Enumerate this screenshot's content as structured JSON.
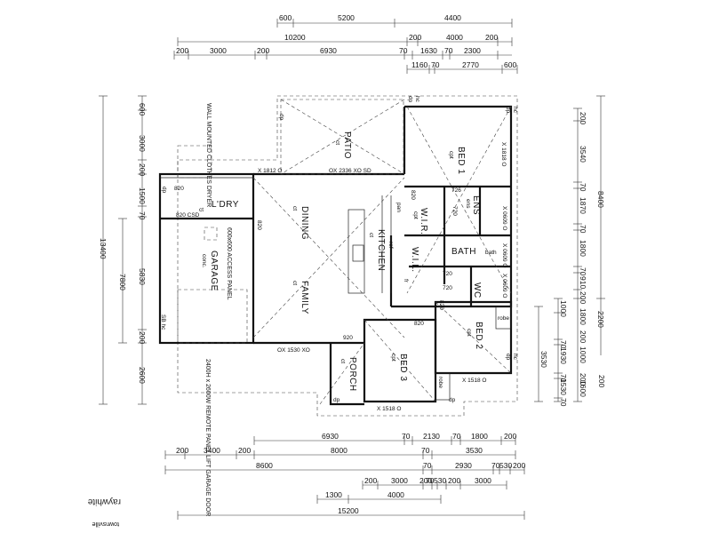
{
  "dims_top": {
    "r1": [
      "600",
      "5200",
      "4400"
    ],
    "r2": [
      "10200",
      "200",
      "4000",
      "200"
    ],
    "r3": [
      "200",
      "3000",
      "200",
      "6930",
      "70",
      "1630",
      "70",
      "2300"
    ],
    "r4": [
      "1160",
      "70",
      "2770",
      "600"
    ]
  },
  "dims_left": {
    "c1": [
      "600",
      "3000",
      "200",
      "1500",
      "70",
      "5830",
      "200"
    ],
    "c2": [
      "13400",
      "7800",
      "2600"
    ]
  },
  "dims_right": {
    "c1": [
      "200",
      "3540",
      "70",
      "1870",
      "70",
      "1800",
      "70",
      "910",
      "200"
    ],
    "c2": [
      "8400"
    ],
    "c3": [
      "1000",
      "1800",
      "70",
      "1930",
      "70",
      "1530",
      "70"
    ],
    "c4": [
      "200",
      "1000",
      "200",
      "2200",
      "3530",
      "1600",
      "200"
    ]
  },
  "dims_bottom": {
    "r1": [
      "6930",
      "70",
      "2130",
      "70",
      "1800",
      "200"
    ],
    "r2": [
      "200",
      "3400",
      "200",
      "8000",
      "70",
      "3530"
    ],
    "r3": [
      "8600",
      "70",
      "2930",
      "70",
      "530",
      "200"
    ],
    "r4": [
      "200",
      "3000",
      "200",
      "70",
      "530",
      "200",
      "3000"
    ],
    "r5": [
      "1300",
      "4000"
    ],
    "r6": [
      "15200"
    ]
  },
  "rooms": {
    "patio": "PATIO",
    "bed1": "BED 1",
    "ens": "ENS",
    "wir": "W.I.R.",
    "bath": "BATH",
    "wc": "WC",
    "wil": "W.I.L.",
    "bed2": "BED 2",
    "bed3": "BED 3",
    "porch": "PORCH",
    "kitchen": "KITCHEN",
    "dining": "DINING",
    "family": "FAMILY",
    "ldry": "L'DRY",
    "garage": "GARAGE"
  },
  "floor_codes": {
    "ct": "ct",
    "cpt": "cpt",
    "conc": "conc."
  },
  "labels": {
    "dp": "dp",
    "hc": "hc",
    "sd": "SD",
    "robe": "robe",
    "bath_small": "bath",
    "fr": "fr",
    "pan": "pan",
    "ref": "ref",
    "ens_small": "ens",
    "door_820": "820",
    "door_720": "720",
    "door_726": "726",
    "door_920": "920",
    "door_820csd": "820 CSD",
    "hc_sb": "SB hc"
  },
  "openings": {
    "w1": "X 1812 O",
    "w2": "OX 2336 XO SD",
    "w3": "X 1818 O",
    "w4": "X 0609 O",
    "w5": "X 0609 O",
    "w6": "X 0609 O",
    "w7": "X 1518 O",
    "w8": "X 1518 O",
    "w9": "OX 1530 XO"
  },
  "notes": {
    "wall_dryer": "WALL MOUNTED CLOTHES DRYER",
    "access_panel": "600x600 ACCESS PANEL",
    "garage_door": "2400H x 2600W REMOTE PANEL LIFT GARAGE DOOR"
  },
  "brand": {
    "name": "raywhite",
    "office": "townsville"
  }
}
